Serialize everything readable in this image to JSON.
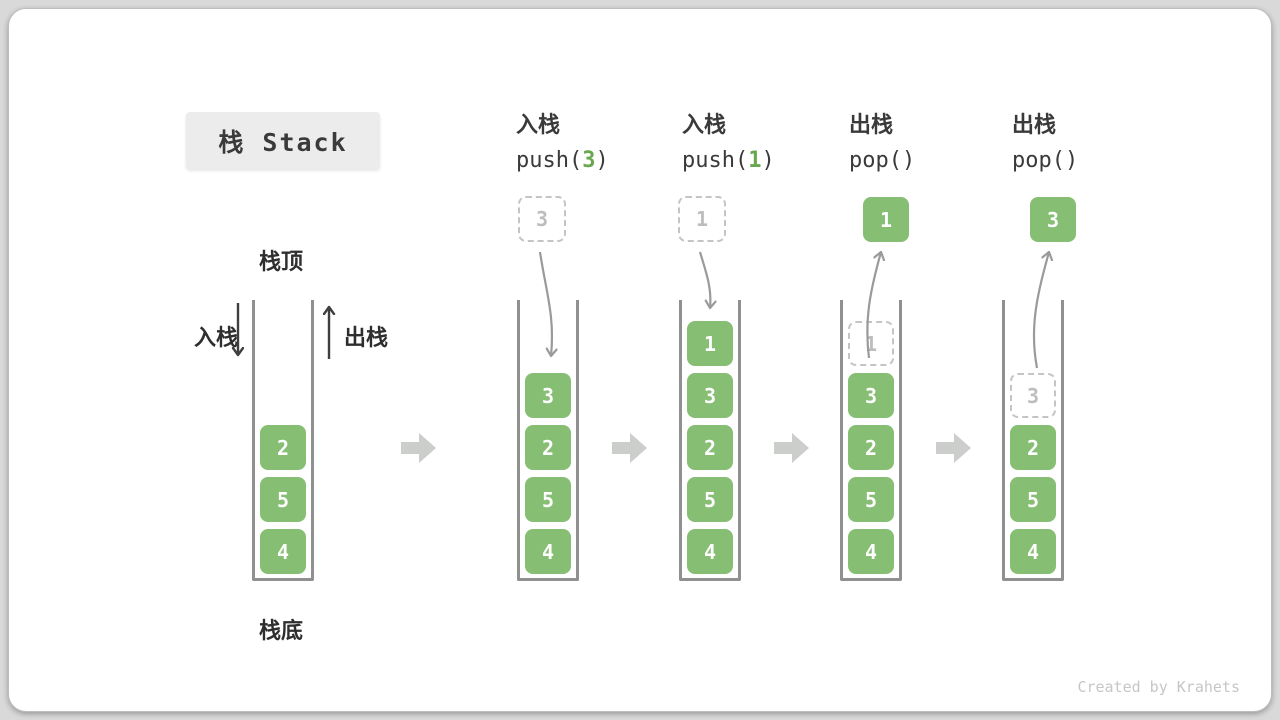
{
  "title": "栈 Stack",
  "watermark": "Created by Krahets",
  "colors": {
    "element_green": "#86BE73",
    "accent_green": "#67a84e",
    "arrow_gray": "#9a9a9a",
    "block_arrow_gray": "#cbcecb",
    "ghost_gray": "#c4c4c4",
    "container_gray": "#909090",
    "text_dark": "#3a3a3a"
  },
  "legend": {
    "stack_top": "栈顶",
    "stack_bottom": "栈底",
    "push_label": "入栈",
    "pop_label": "出栈"
  },
  "operations": [
    {
      "action": "入栈",
      "code_pre": "push(",
      "code_arg": "3",
      "code_post": ")"
    },
    {
      "action": "入栈",
      "code_pre": "push(",
      "code_arg": "1",
      "code_post": ")"
    },
    {
      "action": "出栈",
      "code_pre": "pop()",
      "code_arg": "",
      "code_post": ""
    },
    {
      "action": "出栈",
      "code_pre": "pop()",
      "code_arg": "",
      "code_post": ""
    }
  ],
  "stacks": [
    {
      "items": [
        "2",
        "5",
        "4"
      ]
    },
    {
      "floating": "3",
      "items": [
        "3",
        "2",
        "5",
        "4"
      ]
    },
    {
      "floating": "1",
      "items": [
        "1",
        "3",
        "2",
        "5",
        "4"
      ]
    },
    {
      "floating": "1",
      "ghost": "1",
      "items": [
        "3",
        "2",
        "5",
        "4"
      ]
    },
    {
      "floating": "3",
      "ghost": "3",
      "items": [
        "2",
        "5",
        "4"
      ]
    }
  ]
}
